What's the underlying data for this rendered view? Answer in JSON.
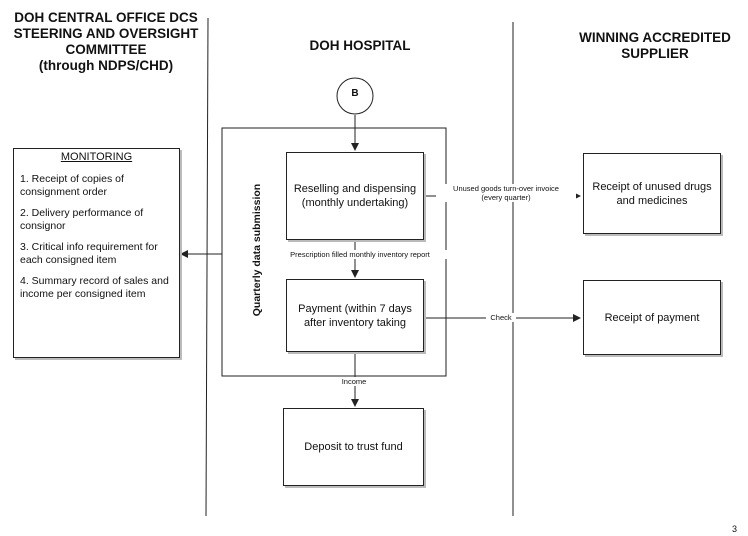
{
  "lanes": {
    "left": {
      "title_line1": "DOH CENTRAL OFFICE DCS",
      "title_line2": "STEERING AND OVERSIGHT",
      "title_line3": "COMMITTEE",
      "title_line4": "(through NDPS/CHD)"
    },
    "middle": {
      "title": "DOH HOSPITAL"
    },
    "right": {
      "title_line1": "WINNING ACCREDITED",
      "title_line2": "SUPPLIER"
    }
  },
  "connector": {
    "label": "B"
  },
  "group": {
    "label": "Quarterly data submission"
  },
  "monitoring": {
    "title": "MONITORING",
    "items": [
      "1. Receipt of copies of consignment order",
      "2. Delivery performance of consignor",
      "3. Critical info requirement for each consigned item",
      "4. Summary record of sales and income per consigned item"
    ]
  },
  "boxes": {
    "reselling": "Reselling and dispensing (monthly undertaking)",
    "payment": "Payment (within 7 days after inventory  taking",
    "deposit": "Deposit to trust fund",
    "unused": "Receipt of unused drugs and medicines",
    "receipt_payment": "Receipt of payment"
  },
  "labels": {
    "unused_line1": "Unused goods turn-over invoice",
    "unused_line2": "(every quarter)",
    "prescription": "Prescription filled monthly inventory report",
    "check": "Check",
    "income": "Income"
  },
  "page_number": "3"
}
